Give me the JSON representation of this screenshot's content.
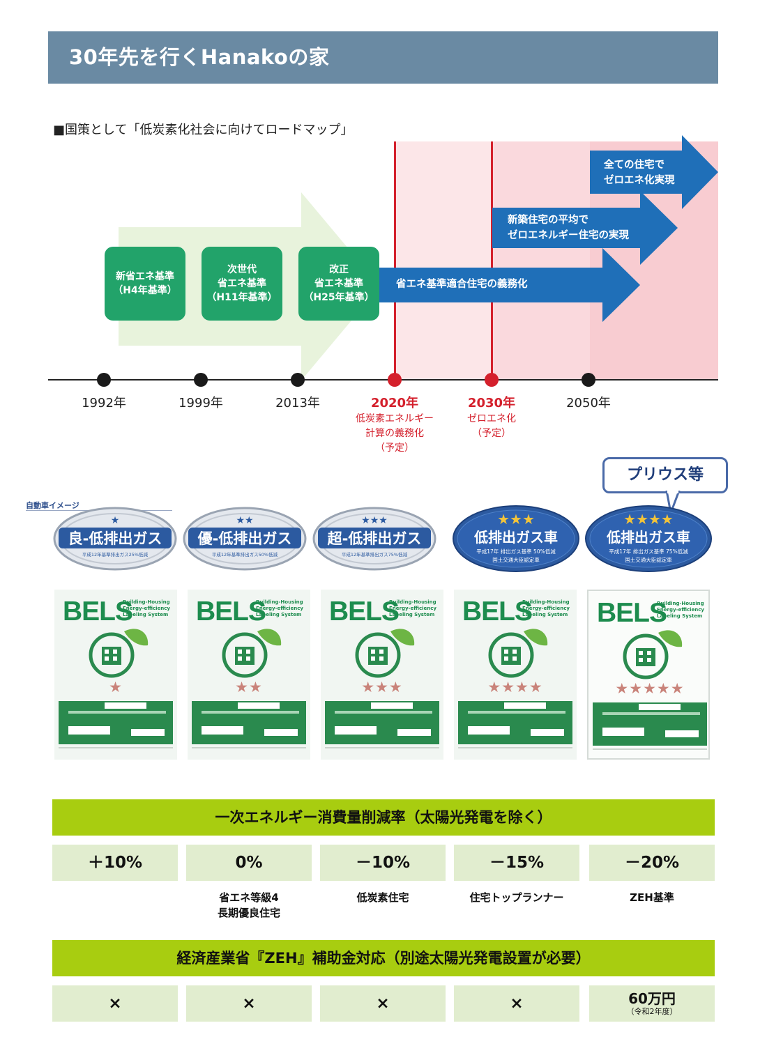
{
  "header": {
    "title": "30年先を行くHanakoの家"
  },
  "roadmap": {
    "heading": "■国策として「低炭素化社会に向けてロードマップ」",
    "standards": [
      {
        "line1": "新省エネ基準",
        "line2": "（H4年基準）",
        "line3": ""
      },
      {
        "line1": "次世代",
        "line2": "省エネ基準",
        "line3": "（H11年基準）"
      },
      {
        "line1": "改正",
        "line2": "省エネ基準",
        "line3": "（H25年基準）"
      }
    ],
    "arrows": [
      {
        "line1": "省エネ基準適合住宅の義務化",
        "line2": ""
      },
      {
        "line1": "新築住宅の平均で",
        "line2": "ゼロエネルギー住宅の実現"
      },
      {
        "line1": "全ての住宅で",
        "line2": "ゼロエネ化実現"
      }
    ],
    "years": [
      "1992年",
      "1999年",
      "2013年",
      "2020年",
      "2030年",
      "2050年"
    ],
    "notes": {
      "y2020": [
        "低炭素エネルギー",
        "計算の義務化",
        "（予定）"
      ],
      "y2030": [
        "ゼロエネ化",
        "（予定）"
      ]
    },
    "colors": {
      "red": "#d4202c",
      "blue": "#1f6fb8",
      "green_box": "#22a36a",
      "green_arrow": "#e8f3dc",
      "pink_light": "#fce6e8",
      "pink_dark": "#f8ccd1"
    }
  },
  "cars": {
    "caption": "自動車イメージ",
    "bubble": "プリウス等",
    "badges": [
      {
        "stars": "★",
        "title": "良-低排出ガス",
        "note": "平成12年基準排出ガス25%低減",
        "style": "silver"
      },
      {
        "stars": "★★",
        "title": "優-低排出ガス",
        "note": "平成12年基準排出ガス50%低減",
        "style": "silver"
      },
      {
        "stars": "★★★",
        "title": "超-低排出ガス",
        "note": "平成12年基準排出ガス75%低減",
        "style": "silver"
      },
      {
        "stars": "★★★",
        "title": "低排出ガス車",
        "note": "平成17年 排出ガス基準 50%低減",
        "note2": "国土交通大臣認定車",
        "style": "blue"
      },
      {
        "stars": "★★★★",
        "title": "低排出ガス車",
        "note": "平成17年 排出ガス基準 75%低減",
        "note2": "国土交通大臣認定車",
        "style": "blue"
      }
    ]
  },
  "bels": {
    "logo": "BELS",
    "subtitle": "Building-Housing Energy-efficiency Labeling System",
    "ratings": [
      "★",
      "★★",
      "★★★",
      "★★★★",
      "★★★★★"
    ]
  },
  "energy": {
    "title": "一次エネルギー消費量削減率（太陽光発電を除く）",
    "values": [
      "＋10%",
      "0%",
      "－10%",
      "－15%",
      "－20%"
    ],
    "labels": [
      [
        "",
        ""
      ],
      [
        "省エネ等級4",
        "長期優良住宅"
      ],
      [
        "低炭素住宅",
        ""
      ],
      [
        "住宅トップランナー",
        ""
      ],
      [
        "ZEH基準",
        ""
      ]
    ]
  },
  "zeh": {
    "title": "経済産業省『ZEH』補助金対応（別途太陽光発電設置が必要）",
    "values": [
      "×",
      "×",
      "×",
      "×"
    ],
    "amount": "60万円",
    "amount_note": "（令和2年度）"
  }
}
